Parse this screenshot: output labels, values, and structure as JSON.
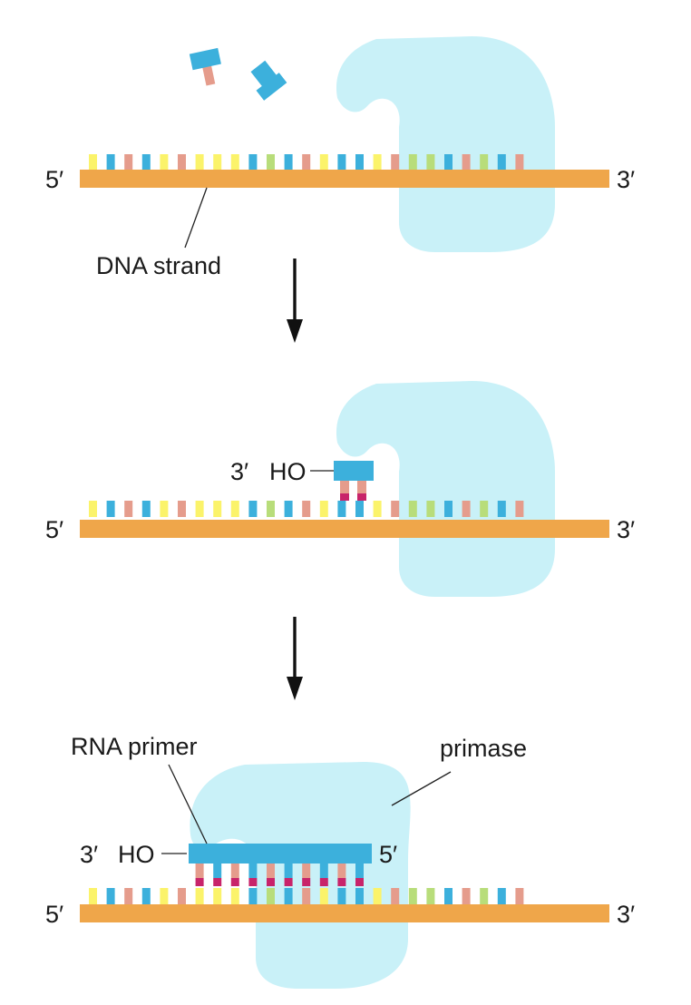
{
  "colors": {
    "backbone": "#efa64a",
    "primase": "#c9f1f8",
    "nucleotide": "#3cb0dc",
    "stub": "#e59c8c",
    "pair": "#c8246a",
    "bases": {
      "Y": "#fbf36a",
      "B": "#3cb0dc",
      "P": "#e59c8c",
      "G": "#b8dd7a"
    }
  },
  "dna_bases": [
    "Y",
    "B",
    "P",
    "B",
    "Y",
    "P",
    "Y",
    "Y",
    "Y",
    "B",
    "G",
    "B",
    "P",
    "Y",
    "B",
    "B",
    "Y",
    "P",
    "G",
    "G",
    "B",
    "P",
    "G",
    "B",
    "P"
  ],
  "panel1": {
    "strand_left": "5′",
    "strand_right": "3′",
    "dna_label": "DNA strand"
  },
  "panel2": {
    "strand_left": "5′",
    "strand_right": "3′",
    "primer_end_prime": "3′",
    "primer_end_group": "HO"
  },
  "panel3": {
    "strand_left": "5′",
    "strand_right": "3′",
    "primer_end_prime": "3′",
    "primer_end_group": "HO",
    "primer_right": "5′",
    "rna_primer_label": "RNA primer",
    "primase_label": "primase"
  }
}
